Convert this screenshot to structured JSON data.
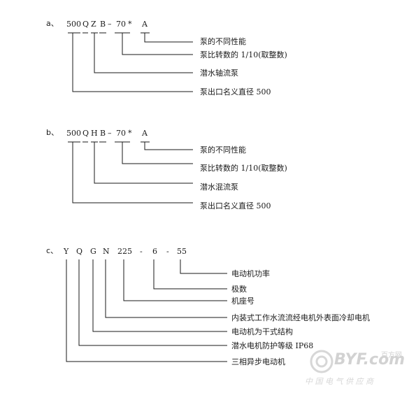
{
  "section_a": {
    "prefix": "a、",
    "code": [
      "500",
      "Q",
      "Z",
      "B",
      "–",
      "70",
      "*",
      "A"
    ],
    "labels": [
      "泵的不同性能",
      "泵比转数的 1/10(取整数)",
      "潜水轴流泵",
      "泵出口名义直径 500"
    ]
  },
  "section_b": {
    "prefix": "b、",
    "code": [
      "500",
      "Q",
      "H",
      "B",
      "–",
      "70",
      "*",
      "A"
    ],
    "labels": [
      "泵的不同性能",
      "泵比转数的 1/10(取整数)",
      "潜水混流泵",
      "泵出口名义直径 500"
    ]
  },
  "section_c": {
    "prefix": "c、",
    "code": [
      "Y",
      "Q",
      "G",
      "N",
      "225",
      "-",
      "6",
      "-",
      "55"
    ],
    "labels": [
      "电动机功率",
      "极数",
      "机座号",
      "内装式工作水流流经电机外表面冷却电机",
      "电动机为干式结构",
      "潜水电机防护等级 IP68",
      "三相异步电动机"
    ]
  },
  "watermark": {
    "logo_text": "BYF.com",
    "logo_cn": "百方网",
    "subtitle": "中 国 电 气 供 应 商"
  }
}
